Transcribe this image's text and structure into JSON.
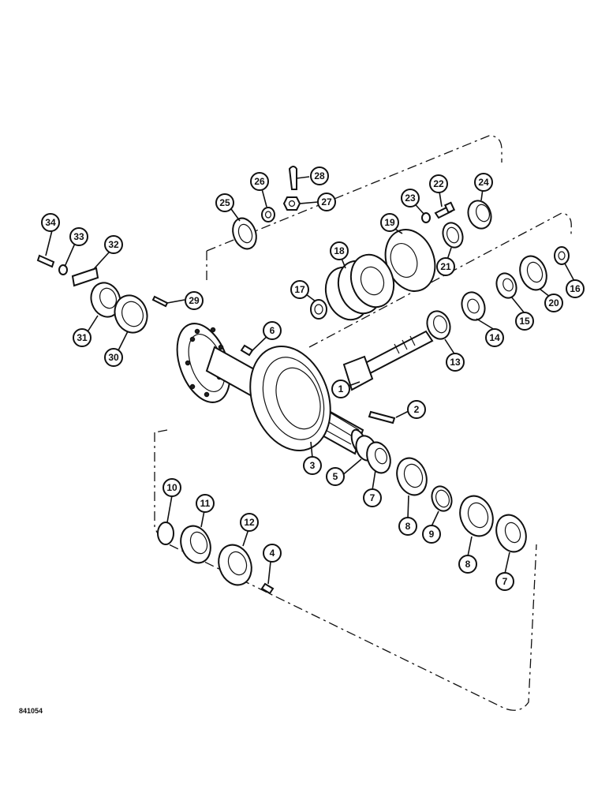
{
  "figure_number": "841054",
  "callouts": [
    {
      "label": "1"
    },
    {
      "label": "2"
    },
    {
      "label": "3"
    },
    {
      "label": "4"
    },
    {
      "label": "5"
    },
    {
      "label": "6"
    },
    {
      "label": "7"
    },
    {
      "label": "7"
    },
    {
      "label": "8"
    },
    {
      "label": "8"
    },
    {
      "label": "9"
    },
    {
      "label": "10"
    },
    {
      "label": "11"
    },
    {
      "label": "12"
    },
    {
      "label": "13"
    },
    {
      "label": "14"
    },
    {
      "label": "15"
    },
    {
      "label": "16"
    },
    {
      "label": "17"
    },
    {
      "label": "18"
    },
    {
      "label": "19"
    },
    {
      "label": "20"
    },
    {
      "label": "21"
    },
    {
      "label": "22"
    },
    {
      "label": "23"
    },
    {
      "label": "24"
    },
    {
      "label": "25"
    },
    {
      "label": "26"
    },
    {
      "label": "27"
    },
    {
      "label": "28"
    },
    {
      "label": "29"
    },
    {
      "label": "30"
    },
    {
      "label": "31"
    },
    {
      "label": "32"
    },
    {
      "label": "33"
    },
    {
      "label": "34"
    }
  ]
}
